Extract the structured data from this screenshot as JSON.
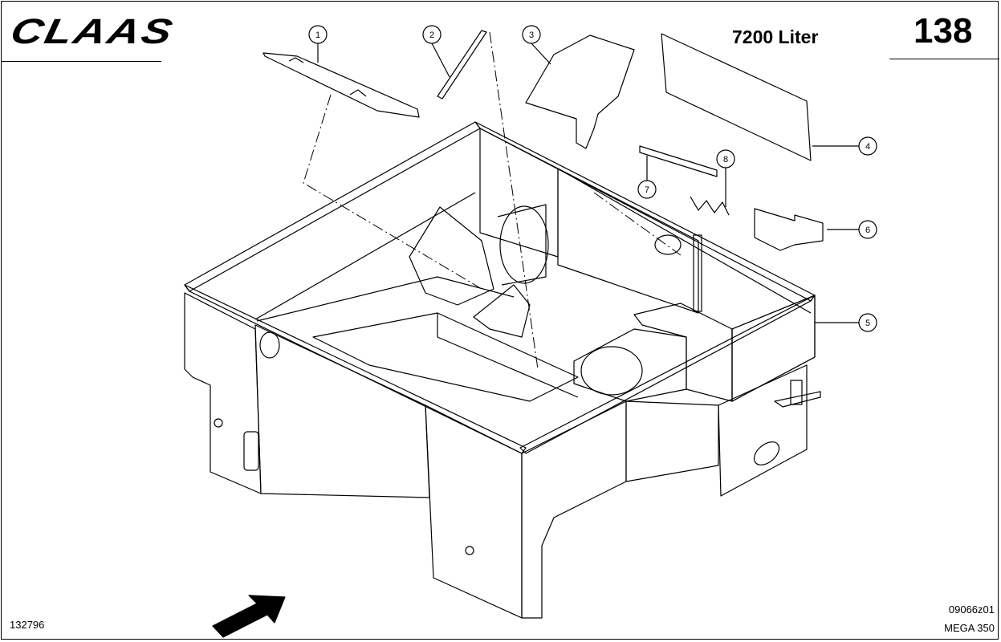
{
  "header": {
    "brand": "CLAAS",
    "volume": "7200 Liter",
    "page_number": "138"
  },
  "footer": {
    "document_number": "132796",
    "drawing_code": "09066z01",
    "model": "MEGA 350"
  },
  "callouts": [
    "1",
    "2",
    "3",
    "4",
    "5",
    "6",
    "7",
    "8"
  ],
  "colors": {
    "line": "#000000",
    "background": "#ffffff"
  }
}
